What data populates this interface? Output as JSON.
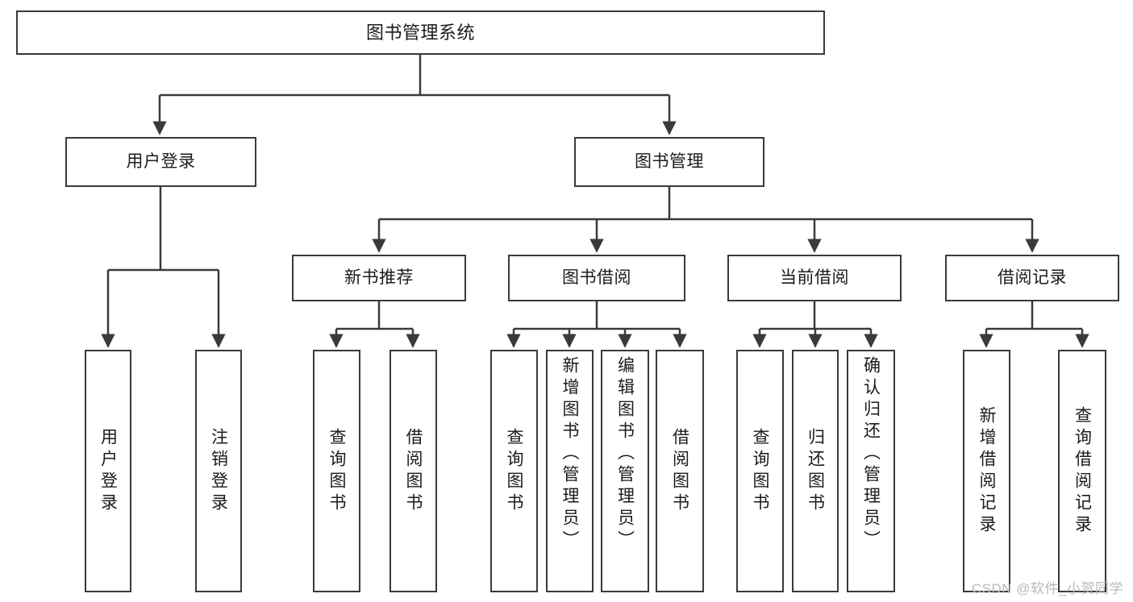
{
  "diagram": {
    "title": "图书管理系统",
    "type": "tree-structure-chart",
    "watermark": "CSDN @软件_小贺同学",
    "colors": {
      "box_border": "#3a3a3a",
      "box_fill": "#ffffff",
      "edge": "#3a3a3a",
      "text": "#1b1b1b",
      "watermark": "#b9b9b9",
      "background": "#ffffff"
    },
    "root": {
      "id": "root",
      "label": "图书管理系统"
    },
    "level2": [
      {
        "id": "user-login",
        "label": "用户登录"
      },
      {
        "id": "book-manage",
        "label": "图书管理"
      }
    ],
    "level3": [
      {
        "id": "new-book-recommend",
        "label": "新书推荐",
        "parent": "book-manage"
      },
      {
        "id": "book-borrow",
        "label": "图书借阅",
        "parent": "book-manage"
      },
      {
        "id": "current-borrow",
        "label": "当前借阅",
        "parent": "book-manage"
      },
      {
        "id": "borrow-record",
        "label": "借阅记录",
        "parent": "book-manage"
      }
    ],
    "leaves": [
      {
        "id": "leaf-user-login",
        "label": "用户登录",
        "parent": "user-login"
      },
      {
        "id": "leaf-user-logout",
        "label": "注销登录",
        "parent": "user-login"
      },
      {
        "id": "leaf-query-book-1",
        "label": "查询图书",
        "parent": "new-book-recommend"
      },
      {
        "id": "leaf-borrow-book-1",
        "label": "借阅图书",
        "parent": "new-book-recommend"
      },
      {
        "id": "leaf-query-book-2",
        "label": "查询图书",
        "parent": "book-borrow"
      },
      {
        "id": "leaf-add-book",
        "label": "新增图书（管理员）",
        "parent": "book-borrow"
      },
      {
        "id": "leaf-edit-book",
        "label": "编辑图书（管理员）",
        "parent": "book-borrow"
      },
      {
        "id": "leaf-borrow-book-2",
        "label": "借阅图书",
        "parent": "book-borrow"
      },
      {
        "id": "leaf-query-book-3",
        "label": "查询图书",
        "parent": "current-borrow"
      },
      {
        "id": "leaf-return-book",
        "label": "归还图书",
        "parent": "current-borrow"
      },
      {
        "id": "leaf-confirm-return",
        "label": "确认归还（管理员）",
        "parent": "current-borrow"
      },
      {
        "id": "leaf-add-record",
        "label": "新增借阅记录",
        "parent": "borrow-record"
      },
      {
        "id": "leaf-query-record",
        "label": "查询借阅记录",
        "parent": "borrow-record"
      }
    ]
  }
}
